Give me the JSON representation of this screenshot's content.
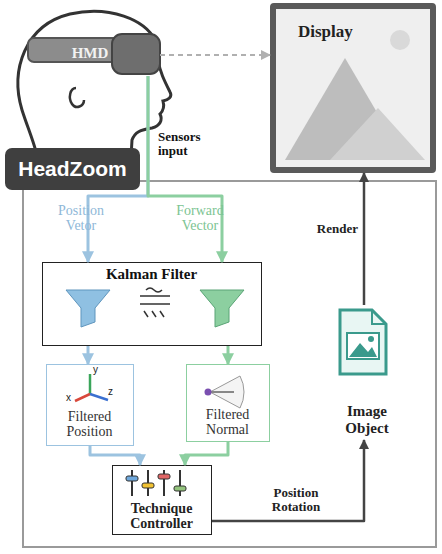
{
  "diagram": {
    "nodes": [
      {
        "text": [
          "HMD"
        ]
      },
      {
        "text": [
          "Display"
        ]
      },
      {
        "text": [
          "HeadZoom"
        ]
      },
      {
        "text": [
          "Kalman Filter"
        ],
        "in": 2
      },
      {
        "text": [
          "Filtered Position"
        ],
        "in": 2
      },
      {
        "text": [
          "Filtered Normal"
        ],
        "in": 2
      },
      {
        "text": [
          "Technique Controller"
        ],
        "in": 2
      },
      {
        "text": [
          "Image Object"
        ],
        "in": 2
      }
    ],
    "edges": [
      {
        "from": 0,
        "to": 1,
        "arrow": "to"
      },
      {
        "from": 0,
        "to": 3,
        "label": "Position Vetor",
        "arrow": "to"
      },
      {
        "from": 0,
        "to": 3,
        "label": "Forward Vector",
        "arrow": "to"
      },
      {
        "from": 3,
        "to": 4,
        "arrow": "to"
      },
      {
        "from": 3,
        "to": 5,
        "arrow": "to"
      },
      {
        "from": 4,
        "to": 6,
        "arrow": "to"
      },
      {
        "from": 5,
        "to": 6,
        "arrow": "to"
      },
      {
        "from": 6,
        "to": 7,
        "label": "Position Rotation",
        "arrow": "to"
      },
      {
        "from": 7,
        "to": 1,
        "label": "Render",
        "arrow": "to"
      }
    ],
    "labels": [
      "Sensors input",
      "y",
      "x",
      "z"
    ]
  }
}
